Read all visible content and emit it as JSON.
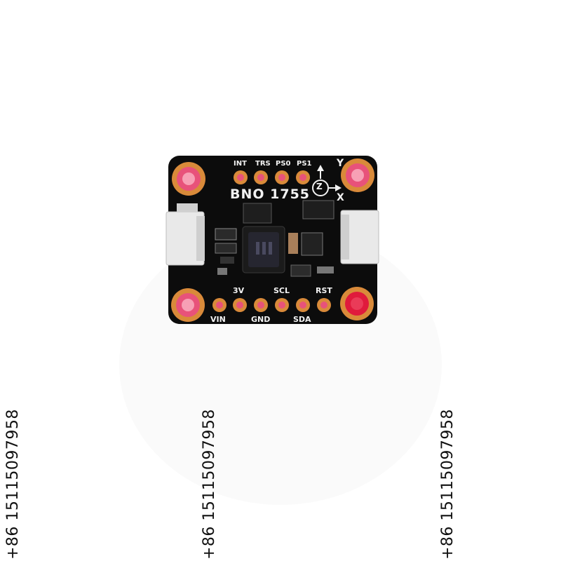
{
  "board": {
    "model": "BNO 1755",
    "top_pins": [
      "INT",
      "TRS",
      "PS0",
      "PS1"
    ],
    "axis_labels": {
      "y": "Y",
      "z": "Z",
      "x": "X"
    },
    "bottom_top_row": [
      "3V",
      "SCL",
      "RST"
    ],
    "bottom_low_row": [
      "VIN",
      "GND",
      "SDA"
    ]
  },
  "watermark": {
    "text": "+86 15115097958"
  },
  "colors": {
    "pcb": "#0c0c0c",
    "pad": "#d98a3a",
    "pad_center": "#e8527a",
    "silkscreen": "#f2f2f2"
  }
}
